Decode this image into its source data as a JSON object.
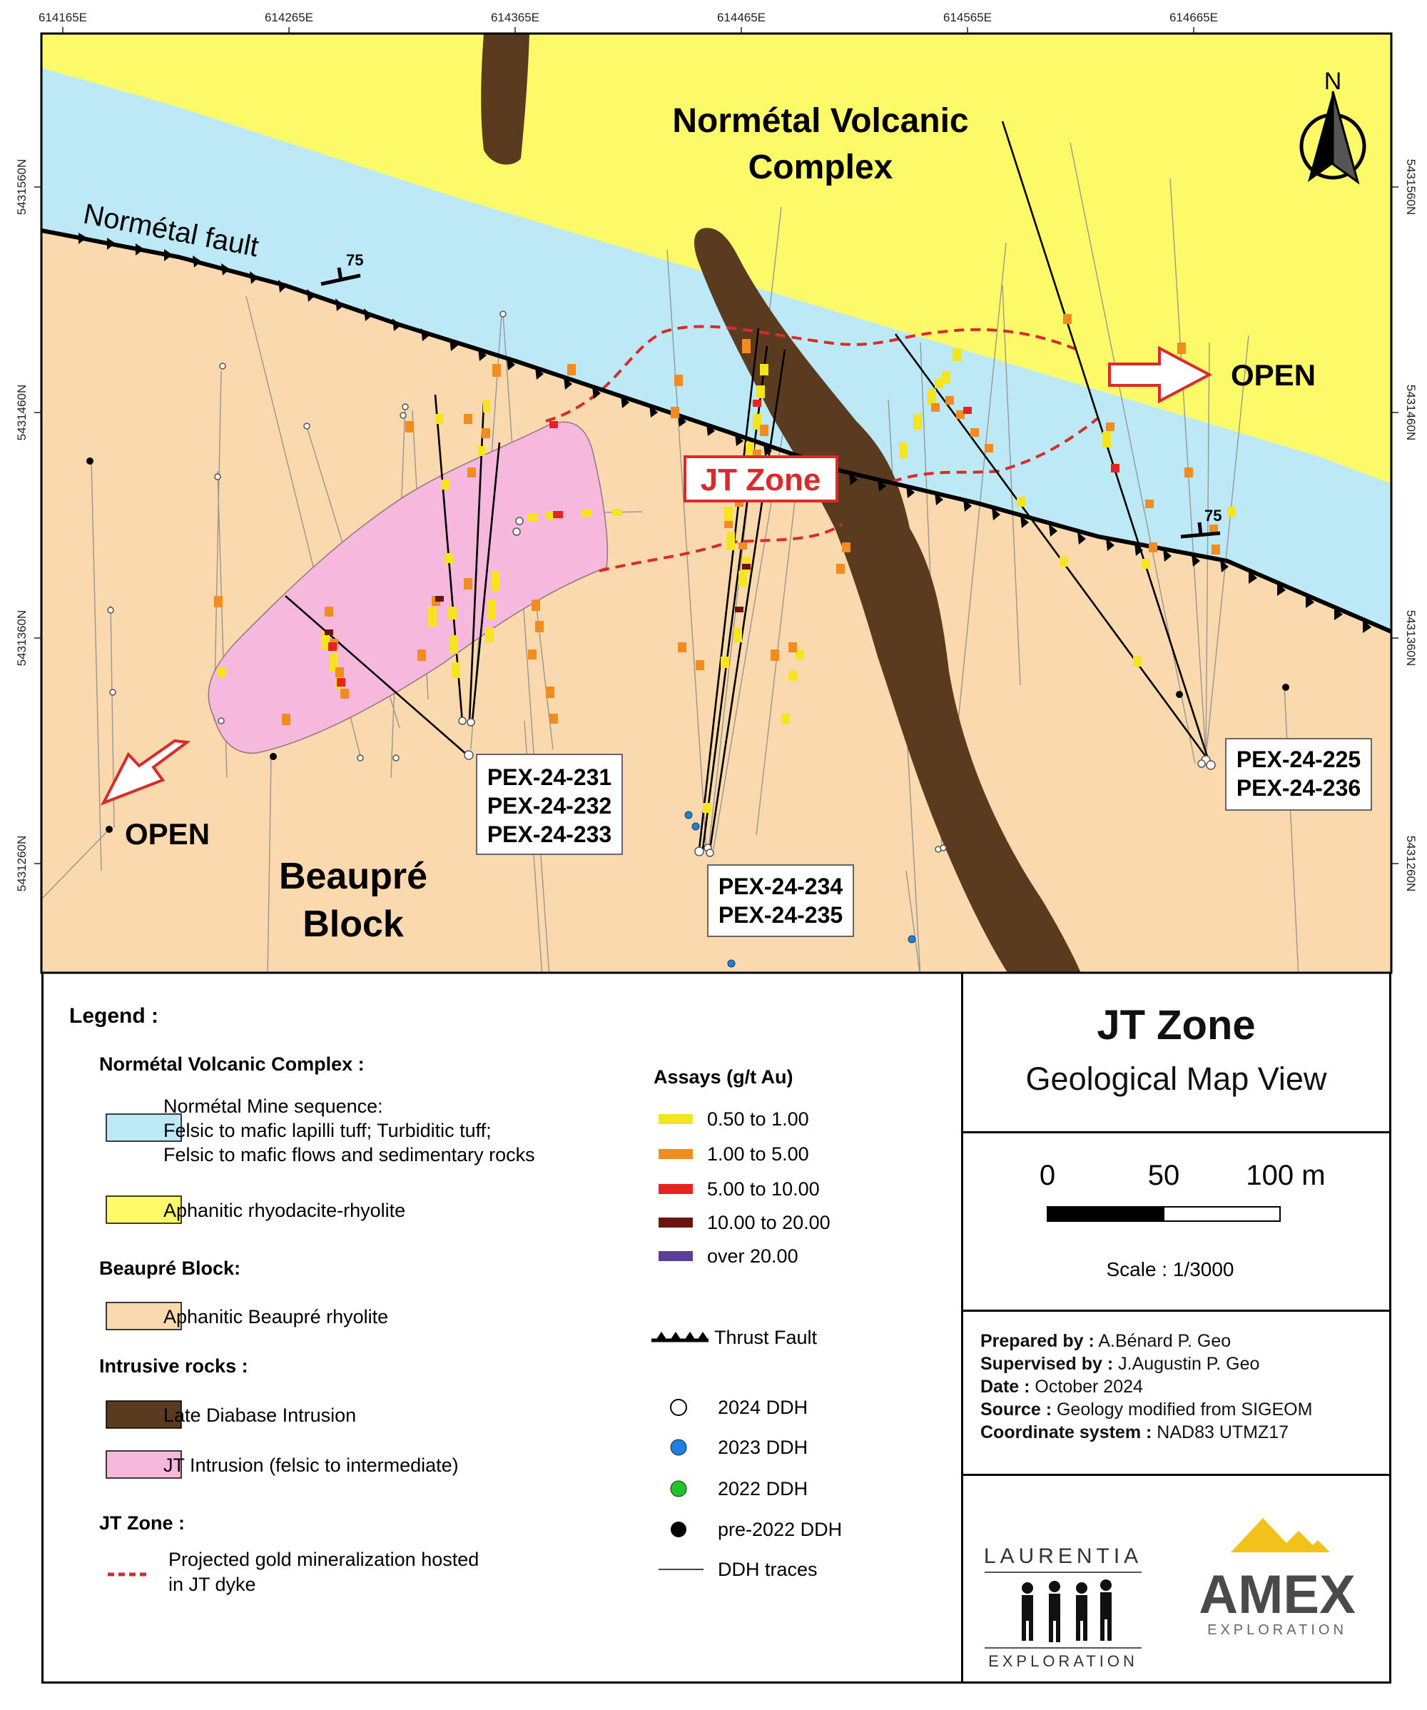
{
  "map": {
    "coords_top": [
      "614165E",
      "614265E",
      "614365E",
      "614465E",
      "614565E",
      "614665E"
    ],
    "coords_left": [
      "5431560N",
      "5431460N",
      "5431360N",
      "5431260N"
    ],
    "coords_right": [
      "5431560N",
      "5431460N",
      "5431360N",
      "5431260N"
    ],
    "north_label": "N",
    "labels": {
      "volcanic_complex_line1": "Normétal Volcanic",
      "volcanic_complex_line2": "Complex",
      "normetal_fault": "Normétal fault",
      "dip_1": "75",
      "dip_2": "75",
      "jt_zone": "JT Zone",
      "open_east": "OPEN",
      "open_west": "OPEN",
      "beaupre_line1": "Beaupré",
      "beaupre_line2": "Block"
    },
    "collar_boxes": [
      {
        "lines": [
          "PEX-24-231",
          "PEX-24-232",
          "PEX-24-233"
        ]
      },
      {
        "lines": [
          "PEX-24-234",
          "PEX-24-235"
        ]
      },
      {
        "lines": [
          "PEX-24-225",
          "PEX-24-236"
        ]
      }
    ],
    "colors": {
      "volcanic_tuff": "#bde9f7",
      "rhyodacite": "#fdfa6a",
      "beaupre_rhyolite": "#f9d9ad",
      "diabase": "#5b3b1f",
      "jt_intrusion": "#f6b8dc",
      "mineralization": "#d92b2b"
    }
  },
  "legend": {
    "title": "Legend :",
    "group_volcanic": "Normétal Volcanic Complex :",
    "tuff_lines": [
      "Normétal Mine sequence:",
      "Felsic to mafic lapilli tuff; Turbiditic tuff;",
      "Felsic to mafic flows and sedimentary rocks"
    ],
    "rhyodacite": "Aphanitic rhyodacite-rhyolite",
    "group_beaupre": "Beaupré Block:",
    "beaupre_rhyolite": "Aphanitic Beaupré rhyolite",
    "group_intrusive": "Intrusive rocks :",
    "diabase": "Late Diabase Intrusion",
    "jt_intrusion": "JT Intrusion (felsic to intermediate)",
    "group_jt": "JT Zone :",
    "mineralization_lines": [
      "Projected gold mineralization hosted",
      "in JT dyke"
    ],
    "assays_title": "Assays (g/t Au)",
    "assays": [
      {
        "label": "0.50 to 1.00",
        "color": "#f5e41e"
      },
      {
        "label": "1.00 to 5.00",
        "color": "#f28c1f"
      },
      {
        "label": "5.00 to 10.00",
        "color": "#e52420"
      },
      {
        "label": "10.00 to 20.00",
        "color": "#6b1410"
      },
      {
        "label": "over 20.00",
        "color": "#5a3f9a"
      }
    ],
    "thrust_fault": "Thrust Fault",
    "ddh": [
      {
        "label": "2024 DDH",
        "color": "#ffffff"
      },
      {
        "label": "2023 DDH",
        "color": "#1e7fe0"
      },
      {
        "label": "2022 DDH",
        "color": "#22c22a"
      },
      {
        "label": "pre-2022 DDH",
        "color": "#000000"
      }
    ],
    "ddh_traces": "DDH traces"
  },
  "title_block": {
    "title": "JT Zone",
    "subtitle": "Geological Map View"
  },
  "scale": {
    "ticks": [
      "0",
      "50",
      "100 m"
    ],
    "ratio": "Scale : 1/3000"
  },
  "credits": [
    {
      "key": "Prepared by :",
      "value": "A.Bénard P. Geo"
    },
    {
      "key": "Supervised by :",
      "value": "J.Augustin P. Geo"
    },
    {
      "key": "Date :",
      "value": "October 2024"
    },
    {
      "key": "Source :",
      "value": "Geology modified from SIGEOM"
    },
    {
      "key": "Coordinate system :",
      "value": "NAD83 UTMZ17"
    }
  ],
  "logos": {
    "laurentia_top": "LAURENTIA",
    "laurentia_bottom": "EXPLORATION",
    "amex_top": "AMEX",
    "amex_bottom": "EXPLORATION"
  }
}
